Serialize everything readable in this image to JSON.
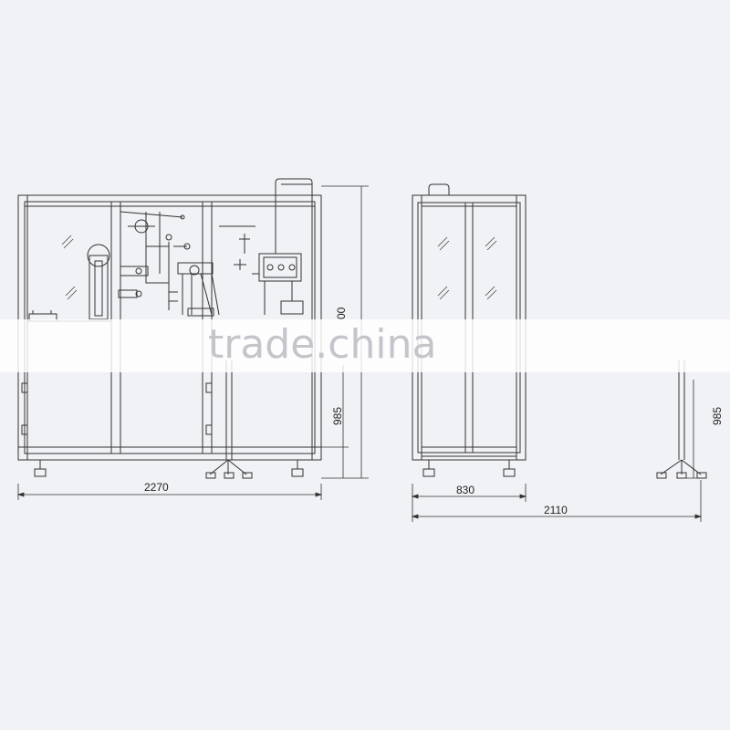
{
  "dimensions": {
    "front_width": "2270",
    "front_height_total": "00",
    "front_height_table": "985",
    "side_width": "830",
    "side_width_total": "2110",
    "side_height_table": "985"
  },
  "watermark": "trade.china",
  "colors": {
    "background": "#f1f2f6",
    "line": "#333333",
    "watermark": "#c4c5ca"
  }
}
